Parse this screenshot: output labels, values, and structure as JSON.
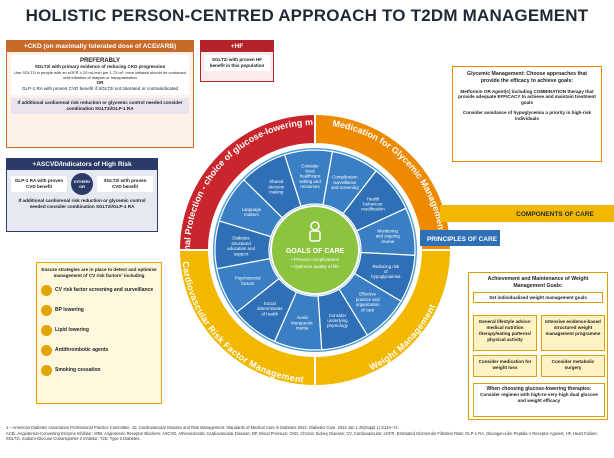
{
  "title": "HOLISTIC PERSON-CENTRED APPROACH TO T2DM MANAGEMENT",
  "ckd": {
    "header": "+CKD (on maximally tolerated dose of ACEi/ARB)",
    "preferably": "PREFERABLY",
    "line1": "SGLT2i with primary evidence of reducing CKD progression",
    "line2": "Use SGLT2i in people with an eGFR ≥ 20 mL/min per 1.73 m²; once initiated should be continued until initiation of dialysis or transplantation",
    "or": "OR",
    "line3": "GLP-1 RA with proven CVD benefit if SGLT2i not tolerated or contraindicated",
    "extra": "If additional cardiorenal risk reduction or glycemic control needed consider combination SGLT2i/GLP-1 RA"
  },
  "hf": {
    "header": "+HF",
    "text": "SGLT2i with proven HF benefit in this population"
  },
  "ascvd": {
    "header": "+ASCVD/Indicators of High Risk",
    "left": "GLP-1 RA with proven CVD benefit",
    "either": "EITHER/ OR",
    "right": "SGLT2i with proven CVD benefit",
    "extra": "If additional cardiorenal risk reduction or glycemic control needed consider combination SGLT2i/GLP-1 RA"
  },
  "glycemic": {
    "header": "Glycemic Management: Choose approaches that provide the efficacy to achieve goals:",
    "p1": "Metformin OR Agent(s) including COMBINATION therapy that provide adequate EFFICACY to achieve and maintain treatment goals",
    "p2": "Consider avoidance of hypoglycemia a priority in high-risk individuals"
  },
  "cv": {
    "header": "Ensure strategies are in place to detect and optimise management of CV risk factors¹ including",
    "items": [
      "CV risk factor screening and surveillance",
      "BP lowering",
      "Lipid lowering",
      "Antithrombotic agents",
      "Smoking cessation"
    ]
  },
  "weight": {
    "header": "Achievement and Maintenance of Weight Management Goals:",
    "goals": "Set individualised weight management goals",
    "t1": "General lifestyle advice: medical nutrition therapy/eating patterns/ physical activity",
    "t2": "Intensive evidence-based structured weight management programme",
    "t3": "Consider medication for weight loss",
    "t4": "Consider metabolic surgery",
    "when": "When choosing glucose-lowering therapies:",
    "whenText": "Consider regimen with high-to-very-high dual glucose and weight efficacy"
  },
  "wheel": {
    "rimTopLeft": "Cardiorenal Protection - choice of glucose-lowering medication",
    "rimTopRight": "Medication for Glycemic Management",
    "rimBottomLeft": "Cardiovascular Risk Factor Management",
    "rimBottomRight": "Weight Management",
    "segments": [
      "Complication surveillance and screening",
      "Health behaviour modification",
      "Monitoring and ongoing review",
      "Reducing risk of hypoglycaemia",
      "Effective practice and organization of care",
      "Consider underlying physiology",
      "Avoid therapeutic inertia",
      "Social determinants of health",
      "Psychosocial factors",
      "Diabetes structured education and support",
      "Language matters",
      "Shared decision making",
      "Consider local healthcare setting and resources"
    ],
    "centerTitle": "GOALS OF CARE",
    "centerB1": "• Prevent complications",
    "centerB2": "• Optimize quality of life",
    "components": "COMPONENTS OF CARE",
    "principles": "PRINCIPLES OF CARE"
  },
  "footnote1": "1 – American Diabetes Association Professional Practice Committee. 10. Cardiovascular Disease and Risk Management: Standards of Medical Care in Diabetes-2022. Diabetes Care. 2022 Jan 1;45(Suppl 1):S144–74.",
  "footnote2": "ACEi, Angiotensin-Converting Enzyme Inhibitor; ARB, Angiotensin Receptor Blockers; ASCVD, Atherosclerotic Cardiovascular Disease; BP, Blood Pressure; CKD, Chronic Kidney Disease; CV, Cardiovascular; eGFR, Estimated Glomerular Filtration Rate; GLP-1 RA, Glucagon-Like Peptide-1 Receptor Agonist; HF, Heart Failure; SGLT2i, Sodium-Glucose Cotransporter-2 Inhibitor; T2D, Type 2 Diabetes.",
  "colors": {
    "red": "#c9252c",
    "orange": "#ee8a00",
    "yellow": "#f2b800",
    "green": "#5aa63a",
    "blue": "#2e6fb5",
    "lightBlue": "#4a9bd6",
    "center": "#8cc43f",
    "navy": "#2b3a67"
  }
}
